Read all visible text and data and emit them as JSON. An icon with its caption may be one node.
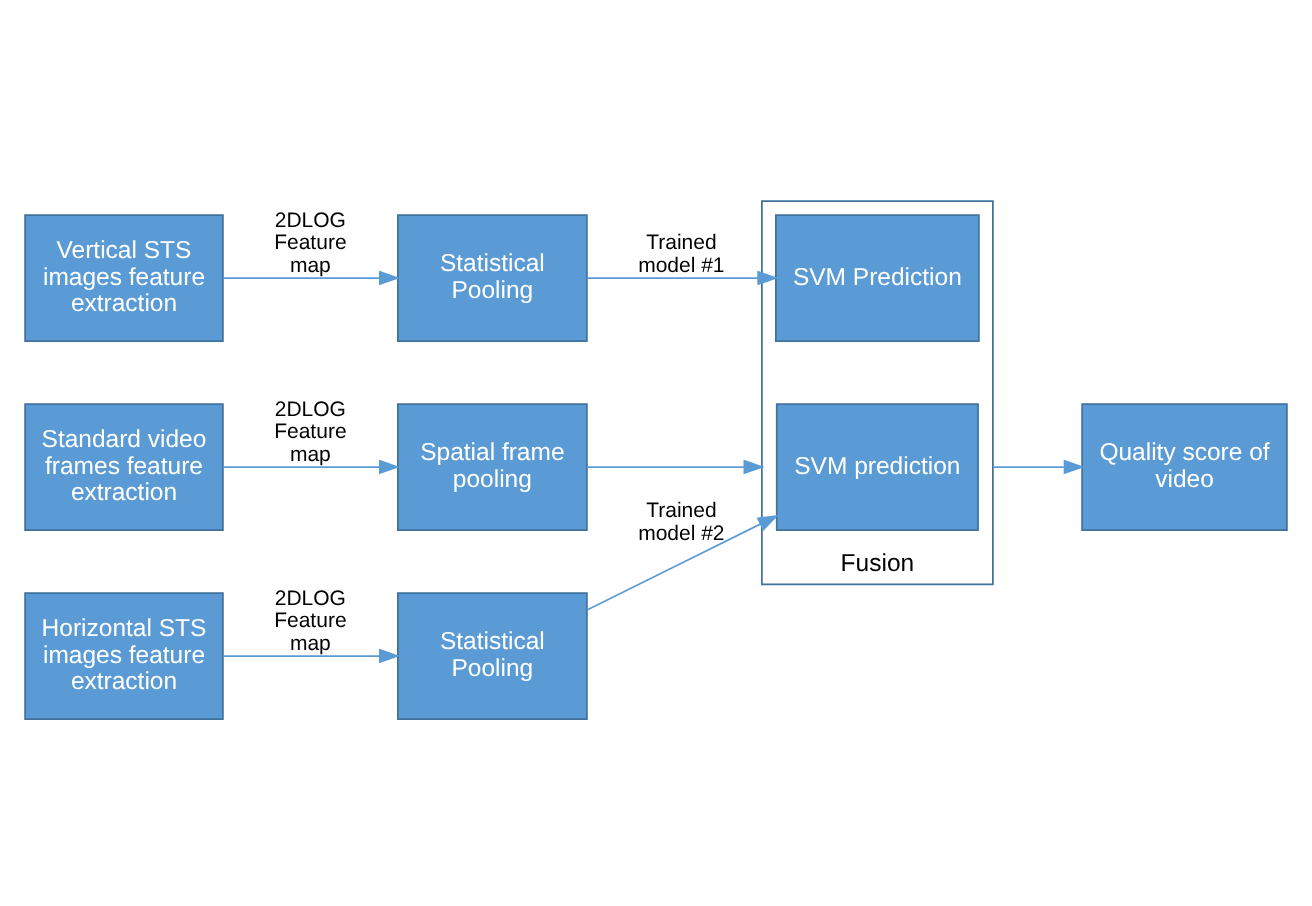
{
  "diagram": {
    "nodes": [
      {
        "text": [
          "Standard video frames feature extraction"
        ]
      },
      {
        "text": [
          "Spatial frame pooling"
        ]
      },
      {
        "text": [
          "Vertical STS images feature extraction"
        ]
      },
      {
        "text": [
          "Statistical Pooling"
        ]
      },
      {
        "text": [
          "Horizontal STS images feature extraction"
        ]
      },
      {
        "text": [
          "Statistical Pooling"
        ]
      },
      {
        "text": [
          "Fusion"
        ]
      },
      {
        "text": [
          "SVM Prediction"
        ],
        "in": 6
      },
      {
        "text": [
          "SVM prediction"
        ],
        "in": 6
      },
      {
        "text": [
          "Quality score of video"
        ]
      }
    ],
    "edges": [
      {
        "from": 0,
        "to": 1,
        "arrow": "to",
        "label": "2DLOG Feature map"
      },
      {
        "from": 1,
        "to": 6,
        "arrow": "to"
      },
      {
        "from": 2,
        "to": 3,
        "arrow": "to",
        "label": "2DLOG Feature map"
      },
      {
        "from": 3,
        "to": 7,
        "arrow": "to",
        "label": "Trained model #1"
      },
      {
        "from": 4,
        "to": 5,
        "arrow": "to",
        "label": "2DLOG Feature map"
      },
      {
        "from": 5,
        "to": 8,
        "arrow": "to",
        "label": "Trained model #2"
      },
      {
        "from": 6,
        "to": 9,
        "arrow": "to"
      }
    ]
  }
}
